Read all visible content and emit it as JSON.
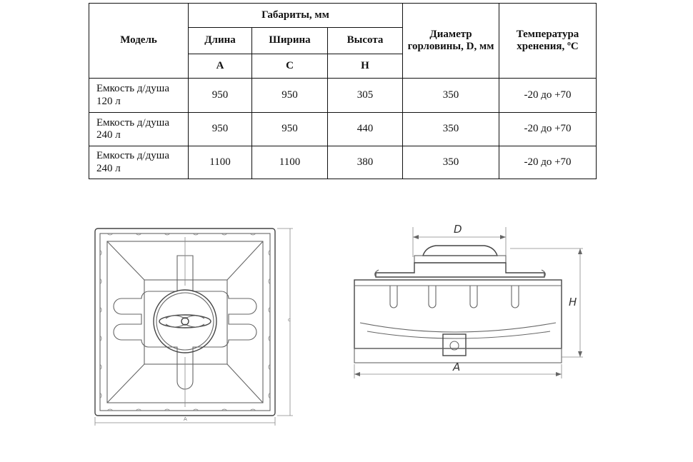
{
  "table": {
    "headers": {
      "model": "Модель",
      "dimensions": "Габариты, мм",
      "length": "Длина",
      "width": "Ширина",
      "height": "Высота",
      "length_code": "A",
      "width_code": "C",
      "height_code": "H",
      "neck_diameter": "Диаметр горловины, D, мм",
      "storage_temp": "Температура хренения, ºС"
    },
    "rows": [
      {
        "model": "Емкость д/душа 120 л",
        "length": "950",
        "width": "950",
        "height": "305",
        "neck": "350",
        "temp": "-20 до +70"
      },
      {
        "model": "Емкость д/душа 240 л",
        "length": "950",
        "width": "950",
        "height": "440",
        "neck": "350",
        "temp": "-20 до +70"
      },
      {
        "model": "Емкость д/душа 240 л",
        "length": "1100",
        "width": "1100",
        "height": "380",
        "neck": "350",
        "temp": "-20 до +70"
      }
    ]
  },
  "drawing": {
    "top_view": {
      "label_c": "c",
      "label_a": "A"
    },
    "side_view": {
      "label_d": "D",
      "label_h": "H",
      "label_a": "A"
    }
  }
}
